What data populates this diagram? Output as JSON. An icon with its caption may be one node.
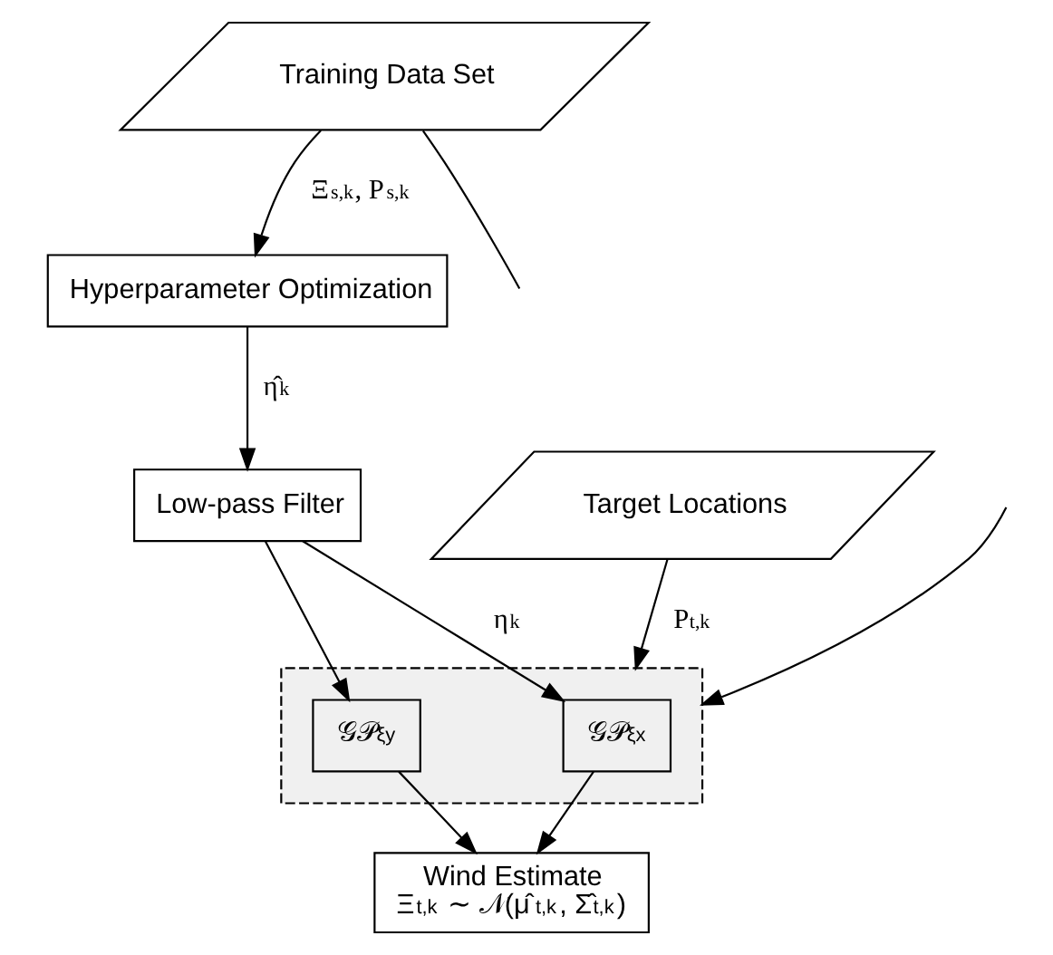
{
  "diagram": {
    "nodes": [
      {
        "text": [
          "Training Data Set"
        ]
      },
      {
        "text": [
          "Hyperparameter Optimization"
        ]
      },
      {
        "text": [
          "Low-pass Filter"
        ]
      },
      {
        "text": [],
        "shape": "box"
      },
      {
        "text": [
          "𝒢𝒫$_{ξx}$"
        ],
        "in": 3
      },
      {
        "text": [
          "𝒢𝒫$_{ξy}$"
        ],
        "in": 3
      },
      {
        "text": [
          "Target Locations"
        ]
      },
      {
        "text": [
          "Wind Estimate",
          "Ξ$_{t,k}$ ∼ 𝒩(μ̂$_{t,k}$, Σ̂$_{t,k}$)"
        ]
      }
    ],
    "edges": [
      {
        "from": 0,
        "to": 1,
        "arrow": "to",
        "label": "Ξ$_{s,k}$, P$_{s,k}$"
      },
      {
        "from": 0,
        "to": null,
        "arrow": "none"
      },
      {
        "from": 1,
        "to": 2,
        "arrow": "to",
        "label": "η̂$_{k}$"
      },
      {
        "from": 2,
        "to": 4,
        "arrow": "to",
        "label": "η$_{k}$"
      },
      {
        "from": 2,
        "to": 5,
        "arrow": "to"
      },
      {
        "from": 6,
        "to": 3,
        "arrow": "to",
        "label": "P$_{t,k}$"
      },
      {
        "from": null,
        "to": 3,
        "arrow": "to"
      },
      {
        "from": 4,
        "to": 7,
        "arrow": "to"
      },
      {
        "from": 5,
        "to": 7,
        "arrow": "to"
      }
    ]
  }
}
